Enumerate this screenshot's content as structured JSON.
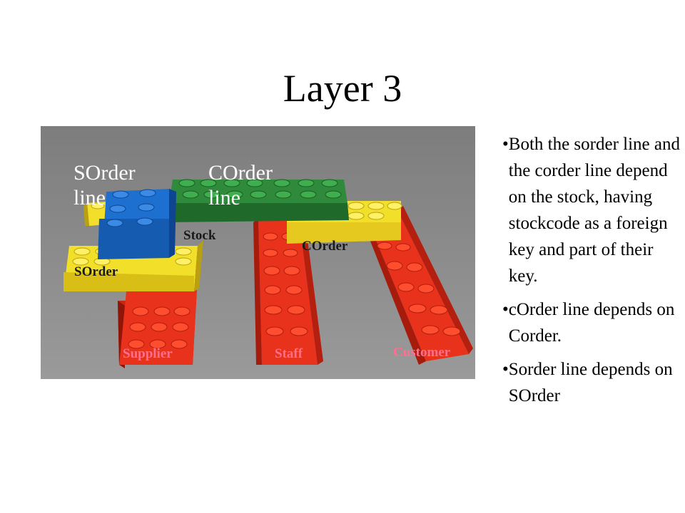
{
  "slide": {
    "title": "Layer 3"
  },
  "diagram": {
    "labels": {
      "sorder_line": [
        "SOrder",
        "line"
      ],
      "corder_line": [
        "COrder",
        "line"
      ],
      "stock": "Stock",
      "corder": "COrder",
      "sorder": "SOrder",
      "supplier": "Supplier",
      "staff": "Staff",
      "customer": "Customer"
    },
    "colors": {
      "background": "#8a8a8a",
      "red": "#e8321c",
      "yellow": "#f2df2a",
      "green": "#2f8a3c",
      "blue": "#1d6fd0"
    }
  },
  "bullets": [
    {
      "mark": "•",
      "text": "Both the sorder line and the corder line depend on the stock, having stockcode as a foreign key and part of their key."
    },
    {
      "mark": "•",
      "text": "cOrder line depends on Corder."
    },
    {
      "mark": "•",
      "text": "Sorder line depends on SOrder"
    }
  ]
}
